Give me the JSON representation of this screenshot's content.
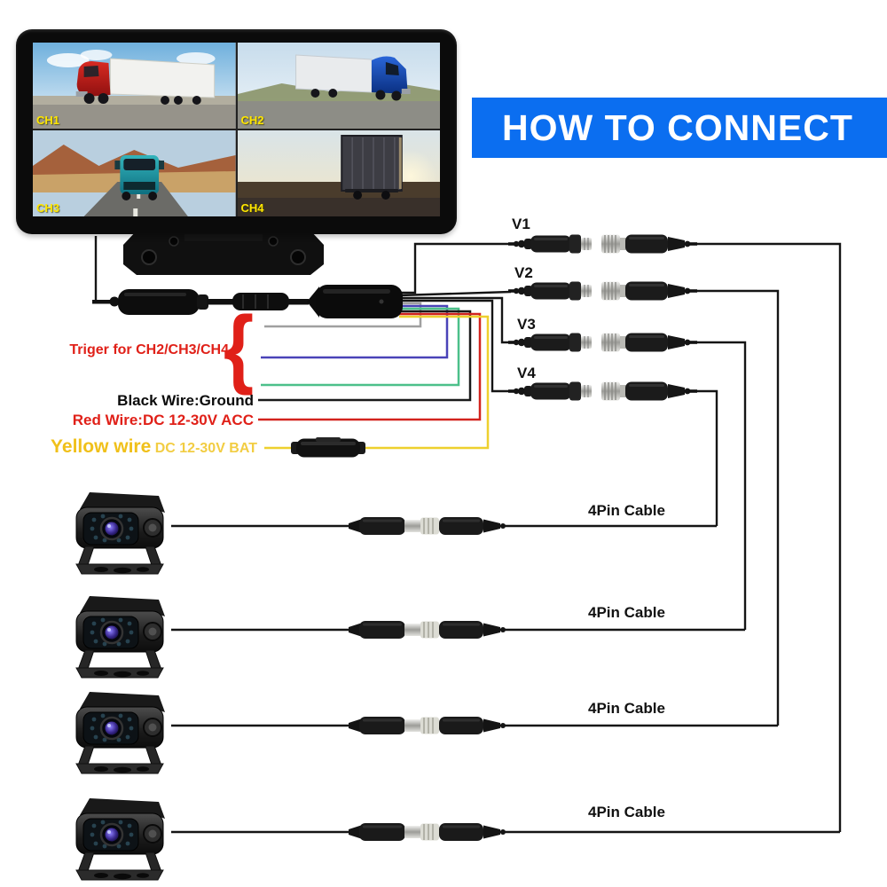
{
  "banner": {
    "label": "HOW TO CONNECT"
  },
  "monitor": {
    "channels": [
      {
        "label": "CH1",
        "scene": "red-semi-truck-on-highway"
      },
      {
        "label": "CH2",
        "scene": "blue-semi-truck-on-road"
      },
      {
        "label": "CH3",
        "scene": "teal-truck-on-desert-road"
      },
      {
        "label": "CH4",
        "scene": "trailer-rear-view-at-dusk"
      }
    ]
  },
  "video_inputs": [
    {
      "label": "V1"
    },
    {
      "label": "V2"
    },
    {
      "label": "V3"
    },
    {
      "label": "V4"
    }
  ],
  "wire_labels": {
    "trigger": "Triger for CH2/CH3/CH4",
    "ground": "Black Wire:Ground",
    "acc": "Red Wire:DC 12-30V ACC",
    "bat_name": "Yellow wire",
    "bat_spec": " DC 12-30V BAT"
  },
  "cables": [
    {
      "label": "4Pin Cable"
    },
    {
      "label": "4Pin Cable"
    },
    {
      "label": "4Pin Cable"
    },
    {
      "label": "4Pin Cable"
    }
  ],
  "colors": {
    "banner_bg": "#0b6ef0",
    "channel_label_yellow": "#ffe600",
    "red_label": "#e02018",
    "yellow_label": "#f0c01a",
    "wire_gray": "#a0a0a0",
    "wire_blue": "#4a43b8",
    "wire_green": "#4cc08a",
    "wire_black": "#1a1a1a",
    "wire_red": "#d2231e",
    "wire_yellow": "#eed02e"
  }
}
